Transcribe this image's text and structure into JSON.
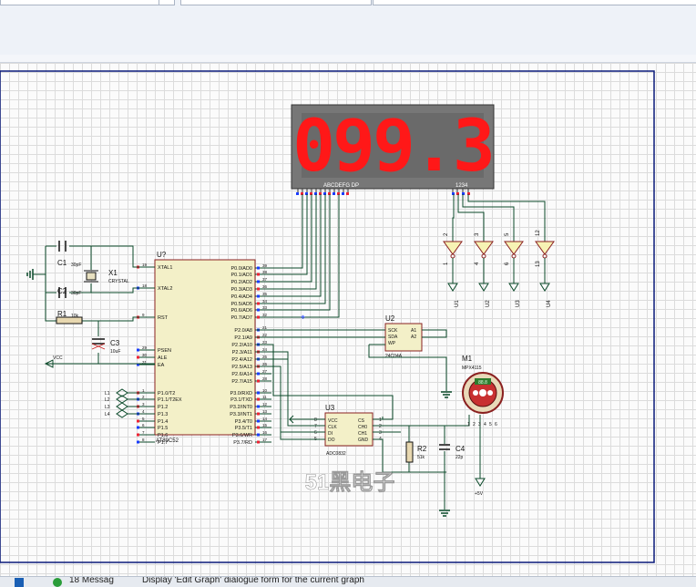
{
  "schematic": {
    "display": {
      "digits": "099.3",
      "segment_labels": "ABCDEFG  DP",
      "digit_labels": "1234"
    },
    "mcu": {
      "ref": "U?",
      "part": "AT89C52",
      "left_pins": [
        {
          "num": "19",
          "name": "XTAL1"
        },
        {
          "num": "18",
          "name": "XTAL2"
        },
        {
          "num": "9",
          "name": "RST"
        },
        {
          "num": "29",
          "name": "PSEN"
        },
        {
          "num": "30",
          "name": "ALE"
        },
        {
          "num": "31",
          "name": "EA"
        },
        {
          "num": "1",
          "name": "P1.0/T2"
        },
        {
          "num": "2",
          "name": "P1.1/T2EX"
        },
        {
          "num": "3",
          "name": "P1.2"
        },
        {
          "num": "4",
          "name": "P1.3"
        },
        {
          "num": "5",
          "name": "P1.4"
        },
        {
          "num": "6",
          "name": "P1.5"
        },
        {
          "num": "7",
          "name": "P1.6"
        },
        {
          "num": "8",
          "name": "P1.7"
        }
      ],
      "right_pins": [
        {
          "num": "39",
          "name": "P0.0/AD0"
        },
        {
          "num": "38",
          "name": "P0.1/AD1"
        },
        {
          "num": "37",
          "name": "P0.2/AD2"
        },
        {
          "num": "36",
          "name": "P0.3/AD3"
        },
        {
          "num": "35",
          "name": "P0.4/AD4"
        },
        {
          "num": "34",
          "name": "P0.5/AD5"
        },
        {
          "num": "33",
          "name": "P0.6/AD6"
        },
        {
          "num": "32",
          "name": "P0.7/AD7"
        },
        {
          "num": "21",
          "name": "P2.0/A8"
        },
        {
          "num": "22",
          "name": "P2.1/A9"
        },
        {
          "num": "23",
          "name": "P2.2/A10"
        },
        {
          "num": "24",
          "name": "P2.3/A11"
        },
        {
          "num": "25",
          "name": "P2.4/A12"
        },
        {
          "num": "26",
          "name": "P2.5/A13"
        },
        {
          "num": "27",
          "name": "P2.6/A14"
        },
        {
          "num": "28",
          "name": "P2.7/A15"
        },
        {
          "num": "10",
          "name": "P3.0/RXD"
        },
        {
          "num": "11",
          "name": "P3.1/TXD"
        },
        {
          "num": "12",
          "name": "P3.2/INT0"
        },
        {
          "num": "13",
          "name": "P3.3/INT1"
        },
        {
          "num": "14",
          "name": "P3.4/T0"
        },
        {
          "num": "15",
          "name": "P3.5/T1"
        },
        {
          "num": "16",
          "name": "P3.6/WR"
        },
        {
          "num": "17",
          "name": "P3.7/RD"
        }
      ]
    },
    "c1": {
      "ref": "C1",
      "value": "30pF"
    },
    "c2": {
      "ref": "C2",
      "value": "30pF"
    },
    "x1": {
      "ref": "X1",
      "value": "CRYSTAL"
    },
    "r1": {
      "ref": "R1",
      "value": "10k"
    },
    "c3": {
      "ref": "C3",
      "value": "10uF"
    },
    "vcc": "VCC",
    "l_labels": [
      "L1",
      "L2",
      "L3",
      "L4"
    ],
    "u_labels": [
      "U1",
      "U2",
      "U3",
      "U4"
    ],
    "inverter_pins": [
      "2",
      "3",
      "5",
      "12"
    ],
    "inverter_out_pins": [
      "1",
      "4",
      "6",
      "13"
    ],
    "u2": {
      "ref": "U2",
      "part": "24C04A",
      "pins_left": [
        "SCK",
        "SDA",
        "WP"
      ],
      "pins_right": [
        "A1",
        "A2"
      ]
    },
    "u3": {
      "ref": "U3",
      "part": "ADC0832",
      "pins_left": [
        "VCC",
        "CLK",
        "DI",
        "DO"
      ],
      "pins_right": [
        "CS",
        "CH0",
        "CH1",
        "GND"
      ],
      "nums_left": [
        "8",
        "7",
        "6",
        "5"
      ],
      "nums_right": [
        "1",
        "2",
        "3",
        "4"
      ]
    },
    "m1": {
      "ref": "M1",
      "part": "MPX4115",
      "readout": "88.8",
      "pins": [
        "1",
        "2",
        "3",
        "4",
        "5",
        "6"
      ]
    },
    "r2": {
      "ref": "R2",
      "value": "51k"
    },
    "c4": {
      "ref": "C4",
      "value": "22p"
    },
    "plus5v": "+5V",
    "watermark": "51黑电子"
  },
  "statusbar": {
    "messages": "18 Messag",
    "hint": "Display 'Edit Graph' dialogue form for the current graph"
  }
}
